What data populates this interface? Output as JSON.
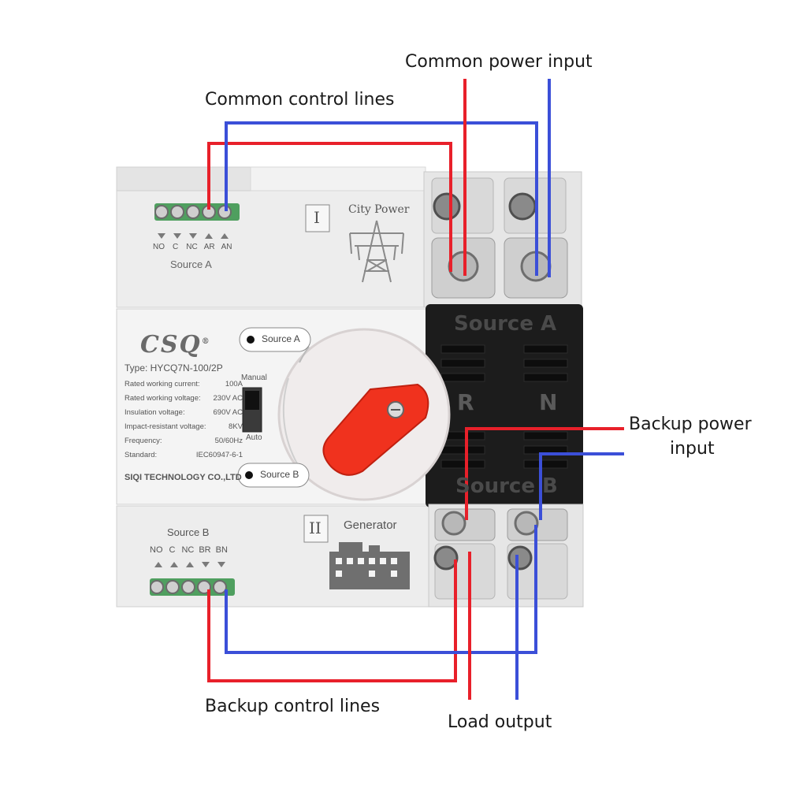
{
  "callouts": {
    "common_power_input": "Common power input",
    "common_control_lines": "Common control lines",
    "backup_power_input_line1": "Backup power",
    "backup_power_input_line2": "input",
    "backup_control_lines": "Backup control lines",
    "load_output": "Load output"
  },
  "device": {
    "brand": "CSQ",
    "brand_mark": "®",
    "source_a_section": {
      "roman": "I",
      "label": "City Power",
      "terminal_labels": [
        "NO",
        "C",
        "NC",
        "AR",
        "AN"
      ],
      "caption": "Source A"
    },
    "source_b_section": {
      "roman": "II",
      "label": "Generator",
      "caption": "Source B",
      "terminal_labels": [
        "NO",
        "C",
        "NC",
        "BR",
        "BN"
      ]
    },
    "type_line": "Type: HYCQ7N-100/2P",
    "specs": [
      {
        "label": "Rated working current:",
        "value": "100A"
      },
      {
        "label": "Rated working voltage:",
        "value": "230V AC"
      },
      {
        "label": "Insulation voltage:",
        "value": "690V AC"
      },
      {
        "label": "Impact-resistant voltage:",
        "value": "8KV"
      },
      {
        "label": "Frequency:",
        "value": "50/60Hz"
      },
      {
        "label": "Standard:",
        "value": "IEC60947-6-1"
      }
    ],
    "manufacturer": "SIQI TECHNOLOGY CO.,LTD",
    "mode_switch": {
      "top": "Manual",
      "bottom": "Auto"
    },
    "selector": {
      "source_a": "Source A",
      "source_b": "Source B"
    },
    "black_block": {
      "top": "Source A",
      "left": "R",
      "right": "N",
      "bottom": "Source B"
    }
  },
  "colors": {
    "live_wire": "#e8202a",
    "neutral_wire": "#3b4fd8",
    "body": "#ececec",
    "handle": "#f0321e",
    "block": "#1c1c1c"
  }
}
